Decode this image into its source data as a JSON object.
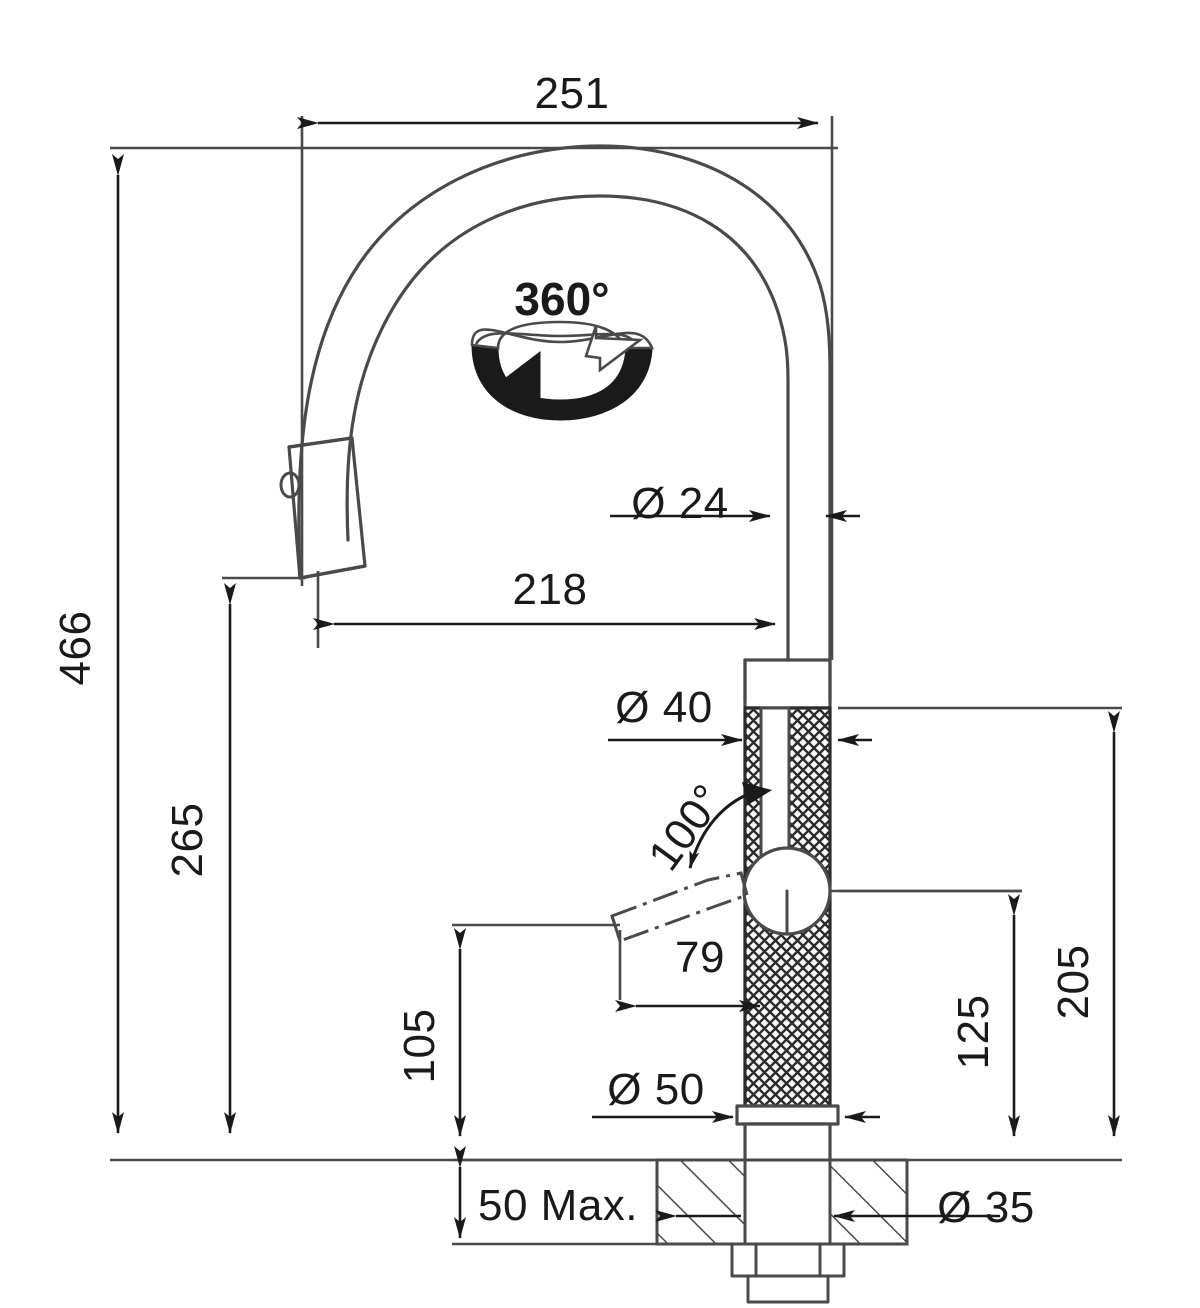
{
  "drawing": {
    "title": "Kitchen Mixer Tap Dimensional Drawing",
    "type": "technical-dimension-drawing",
    "units": "mm",
    "line_color": "#4a4a4a",
    "text_color": "#1a1a1a",
    "background": "#ffffff"
  },
  "dimensions": {
    "overall_height": "466",
    "spout_reach_total": "251",
    "spout_height": "265",
    "spout_reach_inner": "218",
    "spout_tube_diameter": "Ø 24",
    "body_diameter": "Ø 40",
    "base_diameter": "Ø 50",
    "hole_diameter": "Ø 35",
    "body_height": "205",
    "handle_height": "125",
    "handle_clearance": "105",
    "handle_reach": "79",
    "worktop_thickness": "50 Max.",
    "handle_swivel_angle": "100°",
    "spout_rotation": "360°"
  },
  "labels": [
    {
      "id": "h466",
      "text": "466",
      "orientation": "vertical"
    },
    {
      "id": "w251",
      "text": "251",
      "orientation": "horizontal"
    },
    {
      "id": "h265",
      "text": "265",
      "orientation": "vertical"
    },
    {
      "id": "w218",
      "text": "218",
      "orientation": "horizontal"
    },
    {
      "id": "d24",
      "text": "Ø 24",
      "orientation": "horizontal"
    },
    {
      "id": "d40",
      "text": "Ø 40",
      "orientation": "horizontal"
    },
    {
      "id": "d50",
      "text": "Ø 50",
      "orientation": "horizontal"
    },
    {
      "id": "d35",
      "text": "Ø 35",
      "orientation": "horizontal"
    },
    {
      "id": "h205",
      "text": "205",
      "orientation": "vertical"
    },
    {
      "id": "h125",
      "text": "125",
      "orientation": "vertical"
    },
    {
      "id": "h105",
      "text": "105",
      "orientation": "vertical"
    },
    {
      "id": "w79",
      "text": "79",
      "orientation": "horizontal"
    },
    {
      "id": "wt50",
      "text": "50 Max.",
      "orientation": "horizontal"
    },
    {
      "id": "a100",
      "text": "100°",
      "orientation": "rotated"
    },
    {
      "id": "r360",
      "text": "360°",
      "orientation": "horizontal"
    }
  ],
  "annotations": {
    "rotation_icon": "360-degree-rotation-arrow",
    "swivel_arc": "100-degree-handle-swivel-arc"
  }
}
